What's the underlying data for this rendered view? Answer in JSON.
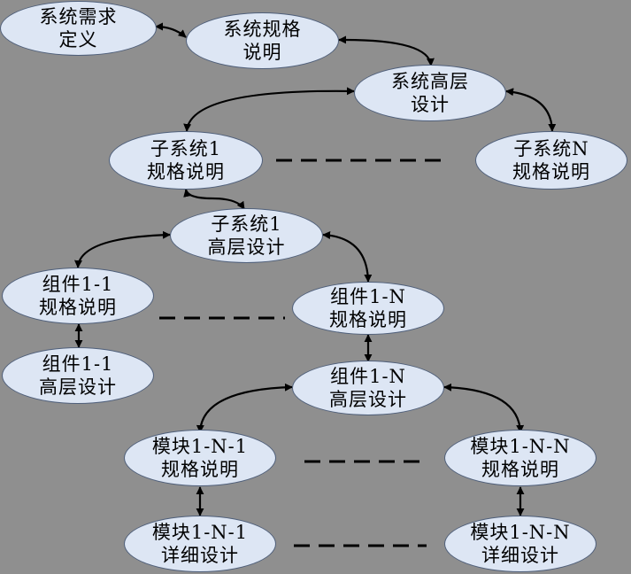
{
  "nodes": {
    "sys_req": {
      "line1": "系统需求",
      "line2": "定义"
    },
    "sys_spec": {
      "line1": "系统规格",
      "line2": "说明"
    },
    "sys_hld": {
      "line1": "系统高层",
      "line2": "设计"
    },
    "sub1_spec": {
      "line1": "子系统1",
      "line2": "规格说明"
    },
    "subN_spec": {
      "line1": "子系统N",
      "line2": "规格说明"
    },
    "sub1_hld": {
      "line1": "子系统1",
      "line2": "高层设计"
    },
    "comp11_spec": {
      "line1": "组件1-1",
      "line2": "规格说明"
    },
    "comp1N_spec": {
      "line1": "组件1-N",
      "line2": "规格说明"
    },
    "comp11_hld": {
      "line1": "组件1-1",
      "line2": "高层设计"
    },
    "comp1N_hld": {
      "line1": "组件1-N",
      "line2": "高层设计"
    },
    "mod1N1_spec": {
      "line1": "模块1-N-1",
      "line2": "规格说明"
    },
    "mod1NN_spec": {
      "line1": "模块1-N-N",
      "line2": "规格说明"
    },
    "mod1N1_detail": {
      "line1": "模块1-N-1",
      "line2": "详细设计"
    },
    "mod1NN_detail": {
      "line1": "模块1-N-N",
      "line2": "详细设计"
    }
  },
  "colors": {
    "background": "#8f8f8f",
    "node_fill": "#dde6f4",
    "node_border": "#4f5f7a",
    "edge": "#000000"
  }
}
